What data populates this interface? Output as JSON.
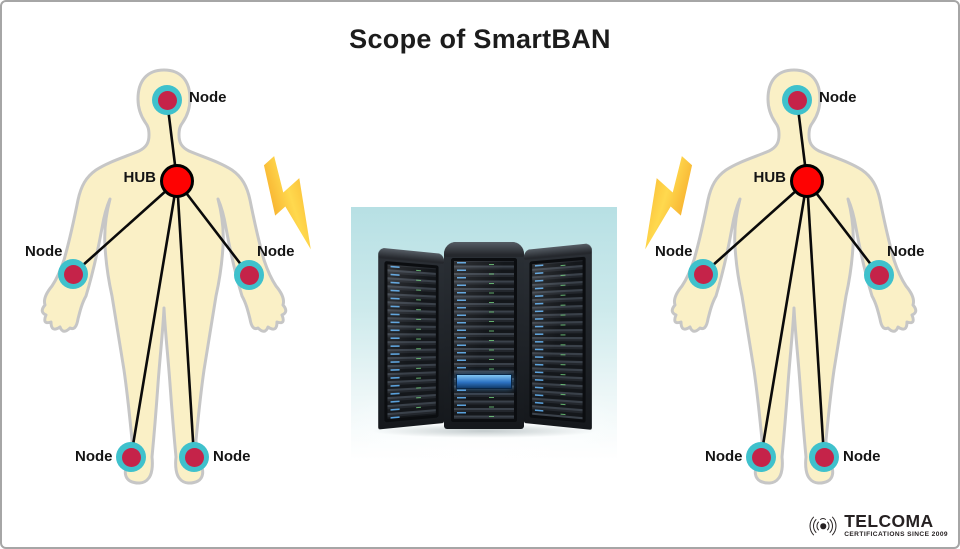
{
  "title": "Scope of SmartBAN",
  "figures": [
    {
      "name": "left-person",
      "hub_label": "HUB",
      "nodes": [
        {
          "position": "head",
          "label": "Node"
        },
        {
          "position": "left-hand",
          "label": "Node"
        },
        {
          "position": "right-hand",
          "label": "Node"
        },
        {
          "position": "left-ankle",
          "label": "Node"
        },
        {
          "position": "right-ankle",
          "label": "Node"
        }
      ]
    },
    {
      "name": "right-person",
      "hub_label": "HUB",
      "nodes": [
        {
          "position": "head",
          "label": "Node"
        },
        {
          "position": "left-hand",
          "label": "Node"
        },
        {
          "position": "right-hand",
          "label": "Node"
        },
        {
          "position": "left-ankle",
          "label": "Node"
        },
        {
          "position": "right-ankle",
          "label": "Node"
        }
      ]
    }
  ],
  "icons": {
    "left_bolt": "lightning-bolt",
    "right_bolt": "lightning-bolt",
    "server": "server-rack-towers",
    "logo_mark": "radio-waves"
  },
  "logo": {
    "brand": "TELCOMA",
    "tagline": "CERTIFICATIONS SINCE 2009"
  },
  "colors": {
    "node_ring": "#3FC1CC",
    "node_core": "#C52349",
    "hub_fill": "#FE0202",
    "body_fill": "#FAF0C6",
    "body_outline": "#C6C6C6",
    "link_line": "#0A0A0A",
    "bolt_orange": "#F2961B",
    "bolt_yellow": "#FFD94E",
    "server_bg_top": "#B7E0E4",
    "title_text": "#1C1C1C",
    "logo_text": "#262122"
  }
}
